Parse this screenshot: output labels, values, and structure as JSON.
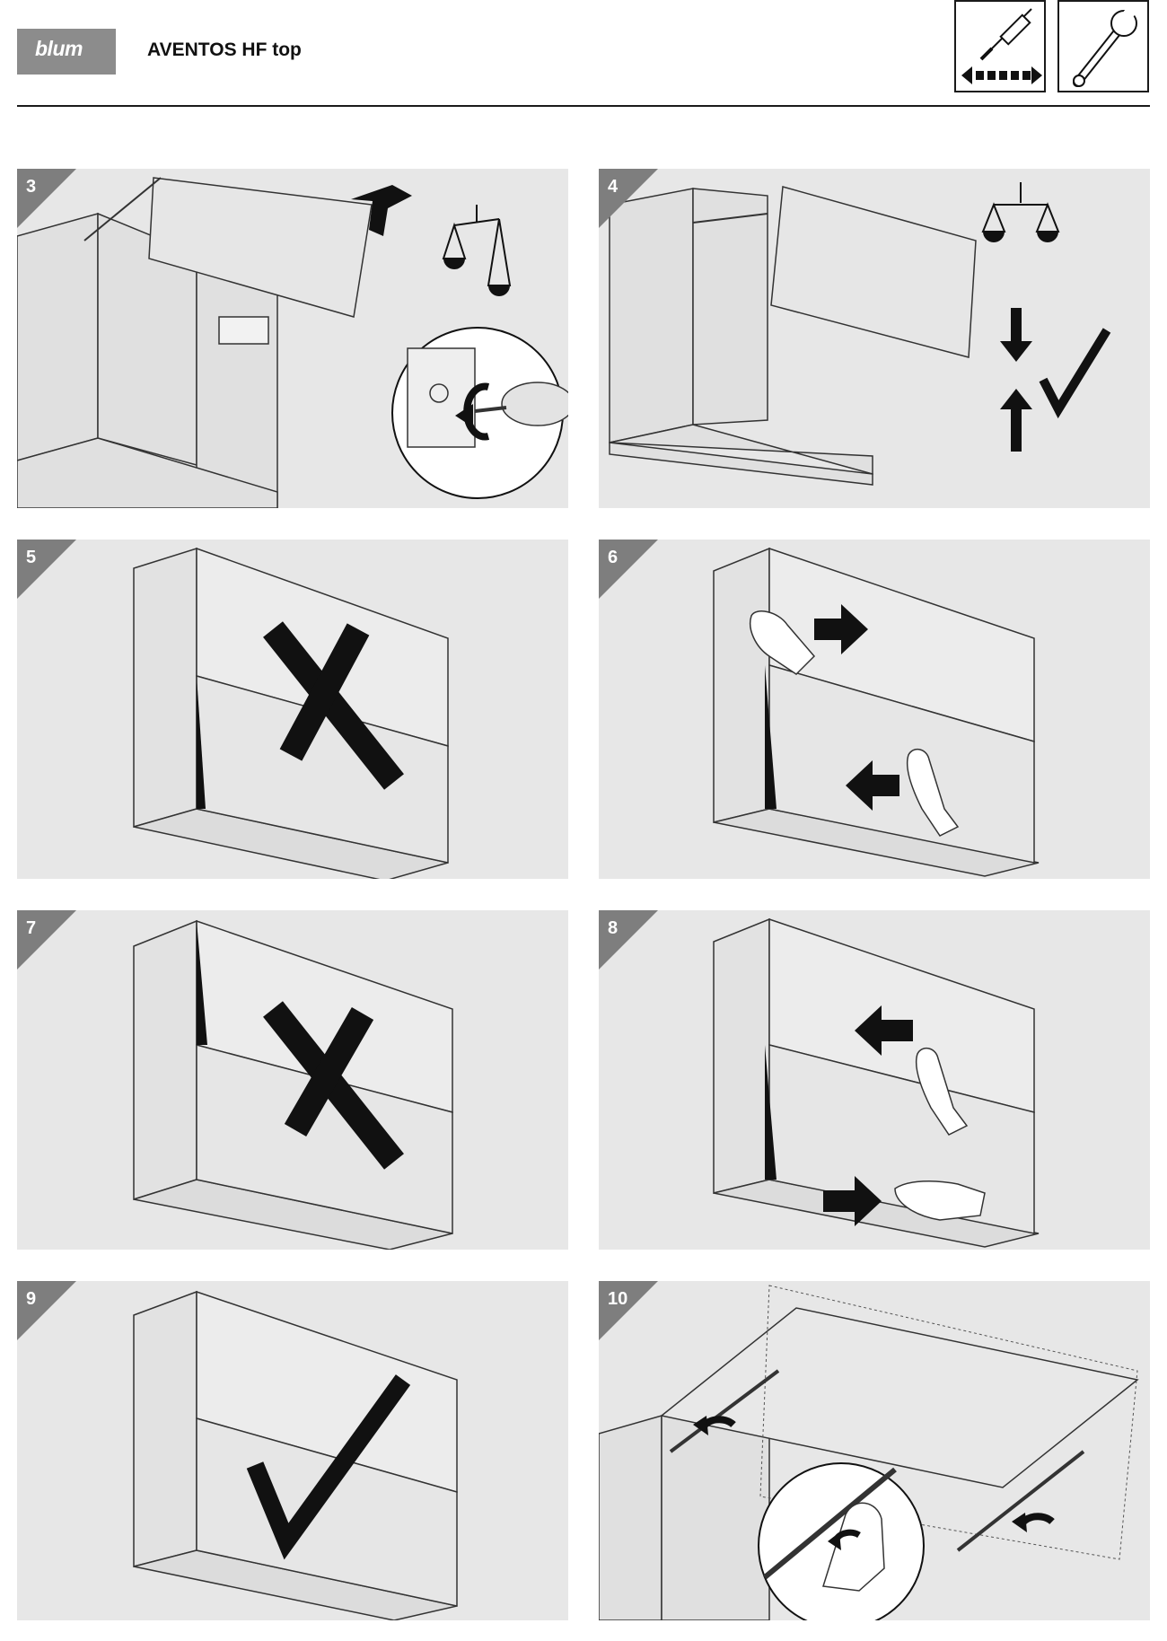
{
  "header": {
    "brand": "blum",
    "title": "AVENTOS HF top"
  },
  "tools": [
    {
      "icon": "screwdriver-icon"
    },
    {
      "icon": "wrench-icon"
    }
  ],
  "steps": [
    {
      "number": "3",
      "icons": [
        "cabinet-front-lifting-illustration",
        "arrow-up-icon",
        "balance-scale-icon",
        "screwdriver-adjust-detail"
      ]
    },
    {
      "number": "4",
      "icons": [
        "cabinet-front-balanced-illustration",
        "balance-scale-icon",
        "align-arrows-icon",
        "checkmark-icon"
      ]
    },
    {
      "number": "5",
      "icons": [
        "cabinet-front-misaligned",
        "cross-icon"
      ]
    },
    {
      "number": "6",
      "icons": [
        "cabinet-adjust-by-hand",
        "arrow-right-icon",
        "arrow-left-icon",
        "hand-icon"
      ]
    },
    {
      "number": "7",
      "icons": [
        "cabinet-front-misaligned",
        "cross-icon"
      ]
    },
    {
      "number": "8",
      "icons": [
        "cabinet-adjust-by-hand",
        "arrow-left-icon",
        "arrow-right-icon",
        "hand-icon"
      ]
    },
    {
      "number": "9",
      "icons": [
        "cabinet-front-aligned",
        "checkmark-icon"
      ]
    },
    {
      "number": "10",
      "icons": [
        "cabinet-lift-mechanism-illustration",
        "rotate-arrow-icon",
        "hand-detail-circle"
      ]
    }
  ]
}
